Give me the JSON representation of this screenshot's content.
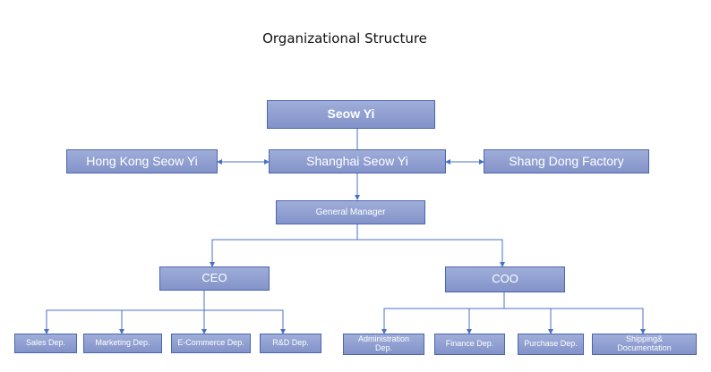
{
  "title": "Organizational Structure",
  "colors": {
    "node_fill": "#8b9bd0",
    "node_border": "#4a66b0",
    "connector": "#4a72c4",
    "node_text": "#ffffff"
  },
  "nodes": {
    "seow_yi": "Seow Yi",
    "hong_kong": "Hong Kong Seow Yi",
    "shanghai": "Shanghai Seow Yi",
    "shang_dong": "Shang Dong Factory",
    "general_manager": "General Manager",
    "ceo": "CEO",
    "coo": "COO",
    "sales": "Sales Dep.",
    "marketing": "Marketing Dep.",
    "ecommerce": "E-Commerce Dep.",
    "rnd": "R&D Dep.",
    "administration": "Administration Dep.",
    "finance": "Finance Dep.",
    "purchase": "Purchase Dep.",
    "shipping": "Shipping& Documentation"
  }
}
